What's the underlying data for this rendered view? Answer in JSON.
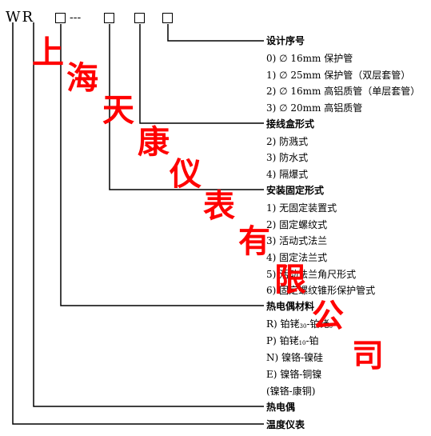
{
  "model_code": {
    "prefix": "WR",
    "dashes": "---"
  },
  "sections": {
    "design_no": {
      "title": "设计序号",
      "items": [
        "0) ∅ 16mm 保护管",
        "1) ∅ 25mm 保护管（双层套管）",
        "2) ∅ 16mm 高铝质管（单层套管）",
        "3) ∅ 20mm 高铝质管"
      ]
    },
    "junction_box": {
      "title": "接线盒形式",
      "items": [
        "2) 防溅式",
        "3) 防水式",
        "4) 隔爆式"
      ]
    },
    "mounting": {
      "title": "安装固定形式",
      "items": [
        "1) 无固定装置式",
        "2) 固定螺纹式",
        "3) 活动式法兰",
        "4) 固定法兰式",
        "5) 活动法兰角尺形式",
        "6) 固定螺纹锥形保护管式"
      ]
    },
    "material": {
      "title": "热电偶材料",
      "items": [
        {
          "pre": "R) 铂铑",
          "s1": "30",
          "mid": "-铂铑",
          "s2": "6"
        },
        {
          "pre": "P) 铂铑",
          "s1": "10",
          "mid": "-铂",
          "s2": ""
        },
        {
          "pre": "N) 镍铬-镍硅",
          "s1": "",
          "mid": "",
          "s2": ""
        },
        {
          "pre": "E) 镍铬-铜镍",
          "s1": "",
          "mid": "",
          "s2": ""
        },
        {
          "pre": "(镍铬-康铜)",
          "s1": "",
          "mid": "",
          "s2": ""
        }
      ]
    },
    "thermocouple": {
      "title": "热电偶"
    },
    "temperature_instrument": {
      "title": "温度仪表"
    }
  },
  "watermark": [
    "上",
    "海",
    "天",
    "康",
    "仪",
    "表",
    "有",
    "限",
    "公",
    "司"
  ]
}
